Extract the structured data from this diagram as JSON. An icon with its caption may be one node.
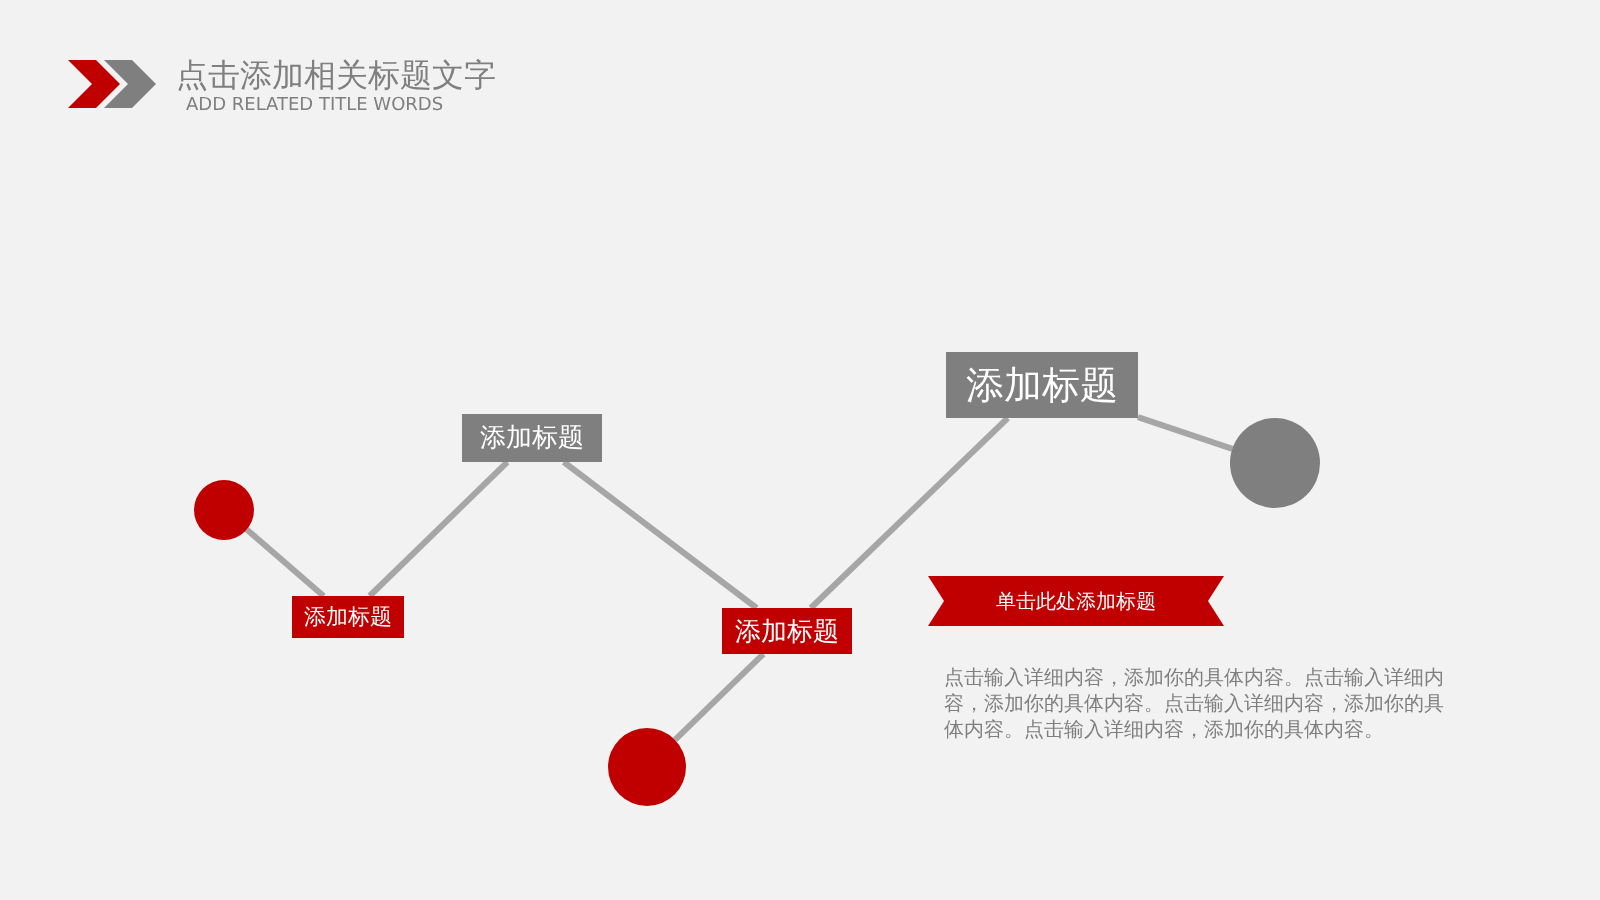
{
  "diagram": {
    "title": "点击添加相关标题文字",
    "nodes": [
      {
        "text": [],
        "shape": "circle"
      },
      {
        "text": [
          "添加标题"
        ]
      },
      {
        "text": [
          "添加标题"
        ]
      },
      {
        "text": [
          "添加标题"
        ]
      },
      {
        "text": [],
        "shape": "circle"
      },
      {
        "text": [
          "添加标题"
        ]
      },
      {
        "text": [],
        "shape": "circle"
      },
      {
        "text": [
          "单击此处添加标题"
        ]
      }
    ],
    "edges": [
      {
        "from": 0,
        "to": 1,
        "arrow": "none"
      },
      {
        "from": 1,
        "to": 2,
        "arrow": "none"
      },
      {
        "from": 2,
        "to": 3,
        "arrow": "none"
      },
      {
        "from": 4,
        "to": 3,
        "arrow": "none"
      },
      {
        "from": 3,
        "to": 5,
        "arrow": "none"
      },
      {
        "from": 5,
        "to": 6,
        "arrow": "none"
      }
    ],
    "labels": [
      "ADD RELATED TITLE WORDS",
      "点击输入详细内容，添加你的具体内容。点击输入详细内容，添加你的具体内容。点击输入详细内容，添加你的具体内容。点击输入详细内容，添加你的具体内容。"
    ]
  }
}
